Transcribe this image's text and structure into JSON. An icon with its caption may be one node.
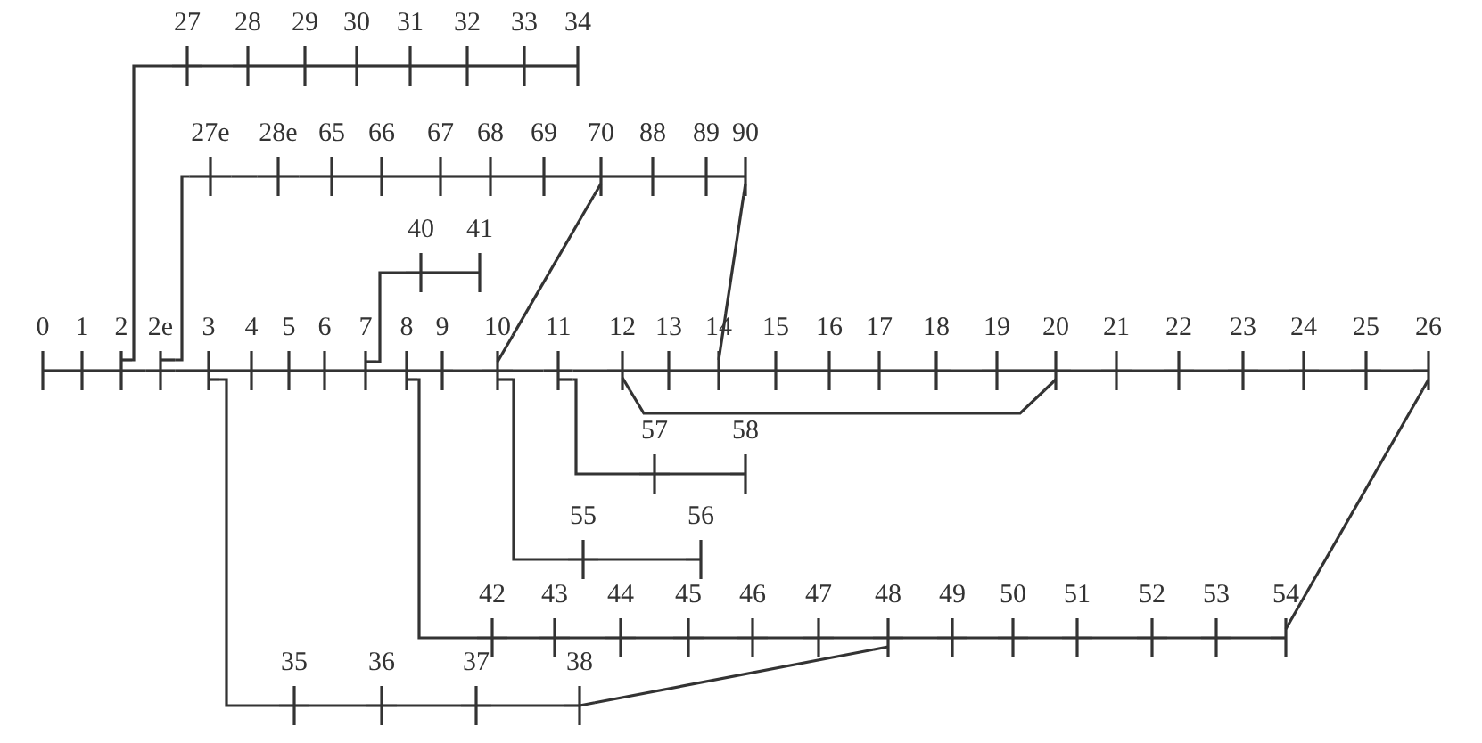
{
  "diagram": {
    "nodes": [
      {
        "text": [
          "27"
        ]
      },
      {
        "text": [
          "28"
        ]
      },
      {
        "text": [
          "29"
        ]
      },
      {
        "text": [
          "30"
        ]
      },
      {
        "text": [
          "31"
        ]
      },
      {
        "text": [
          "32"
        ]
      },
      {
        "text": [
          "33"
        ]
      },
      {
        "text": [
          "34"
        ]
      },
      {
        "text": [
          "27e"
        ]
      },
      {
        "text": [
          "28e"
        ]
      },
      {
        "text": [
          "65"
        ]
      },
      {
        "text": [
          "66"
        ]
      },
      {
        "text": [
          "67"
        ]
      },
      {
        "text": [
          "68"
        ]
      },
      {
        "text": [
          "69"
        ]
      },
      {
        "text": [
          "70"
        ]
      },
      {
        "text": [
          "88"
        ]
      },
      {
        "text": [
          "89"
        ]
      },
      {
        "text": [
          "90"
        ]
      },
      {
        "text": [
          "40"
        ]
      },
      {
        "text": [
          "41"
        ]
      },
      {
        "text": [
          "0"
        ]
      },
      {
        "text": [
          "1"
        ]
      },
      {
        "text": [
          "2"
        ]
      },
      {
        "text": [
          "2e"
        ]
      },
      {
        "text": [
          "3"
        ]
      },
      {
        "text": [
          "4"
        ]
      },
      {
        "text": [
          "5"
        ]
      },
      {
        "text": [
          "6"
        ]
      },
      {
        "text": [
          "7"
        ]
      },
      {
        "text": [
          "8"
        ]
      },
      {
        "text": [
          "9"
        ]
      },
      {
        "text": [
          "10"
        ]
      },
      {
        "text": [
          "11"
        ]
      },
      {
        "text": [
          "12"
        ]
      },
      {
        "text": [
          "13"
        ]
      },
      {
        "text": [
          "14"
        ]
      },
      {
        "text": [
          "15"
        ]
      },
      {
        "text": [
          "16"
        ]
      },
      {
        "text": [
          "17"
        ]
      },
      {
        "text": [
          "18"
        ]
      },
      {
        "text": [
          "19"
        ]
      },
      {
        "text": [
          "20"
        ]
      },
      {
        "text": [
          "21"
        ]
      },
      {
        "text": [
          "22"
        ]
      },
      {
        "text": [
          "23"
        ]
      },
      {
        "text": [
          "24"
        ]
      },
      {
        "text": [
          "25"
        ]
      },
      {
        "text": [
          "26"
        ]
      },
      {
        "text": [
          "57"
        ]
      },
      {
        "text": [
          "58"
        ]
      },
      {
        "text": [
          "55"
        ]
      },
      {
        "text": [
          "56"
        ]
      },
      {
        "text": [
          "42"
        ]
      },
      {
        "text": [
          "43"
        ]
      },
      {
        "text": [
          "44"
        ]
      },
      {
        "text": [
          "45"
        ]
      },
      {
        "text": [
          "46"
        ]
      },
      {
        "text": [
          "47"
        ]
      },
      {
        "text": [
          "48"
        ]
      },
      {
        "text": [
          "49"
        ]
      },
      {
        "text": [
          "50"
        ]
      },
      {
        "text": [
          "51"
        ]
      },
      {
        "text": [
          "52"
        ]
      },
      {
        "text": [
          "53"
        ]
      },
      {
        "text": [
          "54"
        ]
      },
      {
        "text": [
          "35"
        ]
      },
      {
        "text": [
          "36"
        ]
      },
      {
        "text": [
          "37"
        ]
      },
      {
        "text": [
          "38"
        ]
      }
    ],
    "edges": [
      {
        "from": 0,
        "to": 1,
        "arrow": "none"
      },
      {
        "from": 1,
        "to": 2,
        "arrow": "none"
      },
      {
        "from": 2,
        "to": 3,
        "arrow": "none"
      },
      {
        "from": 3,
        "to": 4,
        "arrow": "none"
      },
      {
        "from": 4,
        "to": 5,
        "arrow": "none"
      },
      {
        "from": 5,
        "to": 6,
        "arrow": "none"
      },
      {
        "from": 6,
        "to": 7,
        "arrow": "none"
      },
      {
        "from": 8,
        "to": 9,
        "arrow": "none"
      },
      {
        "from": 9,
        "to": 10,
        "arrow": "none"
      },
      {
        "from": 10,
        "to": 11,
        "arrow": "none"
      },
      {
        "from": 11,
        "to": 12,
        "arrow": "none"
      },
      {
        "from": 12,
        "to": 13,
        "arrow": "none"
      },
      {
        "from": 13,
        "to": 14,
        "arrow": "none"
      },
      {
        "from": 14,
        "to": 15,
        "arrow": "none"
      },
      {
        "from": 15,
        "to": 16,
        "arrow": "none"
      },
      {
        "from": 16,
        "to": 17,
        "arrow": "none"
      },
      {
        "from": 17,
        "to": 18,
        "arrow": "none"
      },
      {
        "from": 19,
        "to": 20,
        "arrow": "none"
      },
      {
        "from": 21,
        "to": 22,
        "arrow": "none"
      },
      {
        "from": 22,
        "to": 23,
        "arrow": "none"
      },
      {
        "from": 23,
        "to": 24,
        "arrow": "none"
      },
      {
        "from": 24,
        "to": 25,
        "arrow": "none"
      },
      {
        "from": 25,
        "to": 26,
        "arrow": "none"
      },
      {
        "from": 26,
        "to": 27,
        "arrow": "none"
      },
      {
        "from": 27,
        "to": 28,
        "arrow": "none"
      },
      {
        "from": 28,
        "to": 29,
        "arrow": "none"
      },
      {
        "from": 29,
        "to": 30,
        "arrow": "none"
      },
      {
        "from": 30,
        "to": 31,
        "arrow": "none"
      },
      {
        "from": 31,
        "to": 32,
        "arrow": "none"
      },
      {
        "from": 32,
        "to": 33,
        "arrow": "none"
      },
      {
        "from": 33,
        "to": 34,
        "arrow": "none"
      },
      {
        "from": 34,
        "to": 35,
        "arrow": "none"
      },
      {
        "from": 35,
        "to": 36,
        "arrow": "none"
      },
      {
        "from": 36,
        "to": 37,
        "arrow": "none"
      },
      {
        "from": 37,
        "to": 38,
        "arrow": "none"
      },
      {
        "from": 38,
        "to": 39,
        "arrow": "none"
      },
      {
        "from": 39,
        "to": 40,
        "arrow": "none"
      },
      {
        "from": 40,
        "to": 41,
        "arrow": "none"
      },
      {
        "from": 41,
        "to": 42,
        "arrow": "none"
      },
      {
        "from": 42,
        "to": 43,
        "arrow": "none"
      },
      {
        "from": 43,
        "to": 44,
        "arrow": "none"
      },
      {
        "from": 44,
        "to": 45,
        "arrow": "none"
      },
      {
        "from": 45,
        "to": 46,
        "arrow": "none"
      },
      {
        "from": 46,
        "to": 47,
        "arrow": "none"
      },
      {
        "from": 47,
        "to": 48,
        "arrow": "none"
      },
      {
        "from": 49,
        "to": 50,
        "arrow": "none"
      },
      {
        "from": 51,
        "to": 52,
        "arrow": "none"
      },
      {
        "from": 53,
        "to": 54,
        "arrow": "none"
      },
      {
        "from": 54,
        "to": 55,
        "arrow": "none"
      },
      {
        "from": 55,
        "to": 56,
        "arrow": "none"
      },
      {
        "from": 56,
        "to": 57,
        "arrow": "none"
      },
      {
        "from": 57,
        "to": 58,
        "arrow": "none"
      },
      {
        "from": 58,
        "to": 59,
        "arrow": "none"
      },
      {
        "from": 59,
        "to": 60,
        "arrow": "none"
      },
      {
        "from": 60,
        "to": 61,
        "arrow": "none"
      },
      {
        "from": 61,
        "to": 62,
        "arrow": "none"
      },
      {
        "from": 62,
        "to": 63,
        "arrow": "none"
      },
      {
        "from": 63,
        "to": 64,
        "arrow": "none"
      },
      {
        "from": 64,
        "to": 65,
        "arrow": "none"
      },
      {
        "from": 66,
        "to": 67,
        "arrow": "none"
      },
      {
        "from": 67,
        "to": 68,
        "arrow": "none"
      },
      {
        "from": 68,
        "to": 69,
        "arrow": "none"
      },
      {
        "from": 23,
        "to": 0,
        "arrow": "none"
      },
      {
        "from": 24,
        "to": 8,
        "arrow": "none"
      },
      {
        "from": 29,
        "to": 19,
        "arrow": "none"
      },
      {
        "from": 25,
        "to": 66,
        "arrow": "none"
      },
      {
        "from": 30,
        "to": 53,
        "arrow": "none"
      },
      {
        "from": 32,
        "to": 51,
        "arrow": "none"
      },
      {
        "from": 33,
        "to": 49,
        "arrow": "none"
      },
      {
        "from": 15,
        "to": 32,
        "arrow": "none"
      },
      {
        "from": 18,
        "to": 36,
        "arrow": "none"
      },
      {
        "from": 34,
        "to": 42,
        "arrow": "none"
      },
      {
        "from": 69,
        "to": 59,
        "arrow": "none"
      },
      {
        "from": 65,
        "to": 48,
        "arrow": "none"
      }
    ]
  }
}
